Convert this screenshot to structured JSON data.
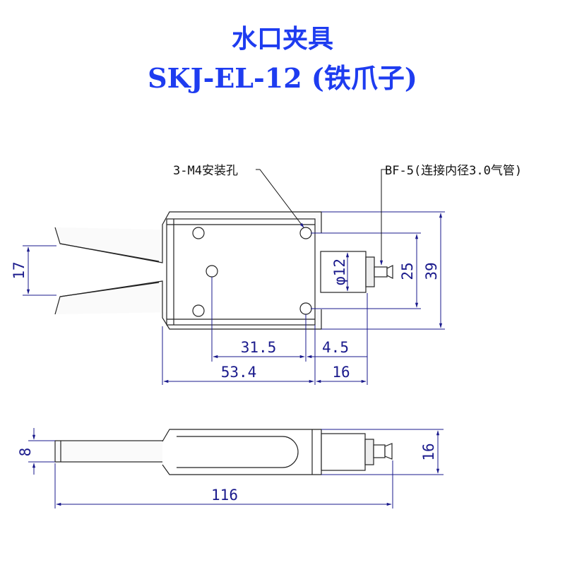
{
  "title": {
    "line1": "水口夹具",
    "line2": "SKJ-EL-12 (铁爪子)"
  },
  "annotations": {
    "mount_holes": "3-M4安装孔",
    "fitting": "BF-5(连接内径3.0气管)"
  },
  "top_view_dims": {
    "jaw_opening": "17",
    "fitting_diameter": "φ12",
    "hole_spacing_v": "25",
    "body_height": "39",
    "hole_spacing_h": "31.5",
    "hole_offset": "4.5",
    "body_length": "53.4",
    "rear_length": "16"
  },
  "side_view_dims": {
    "jaw_thickness": "8",
    "body_thickness": "16",
    "overall_length": "116"
  },
  "colors": {
    "title": "#1e3cf0",
    "dimension": "#1a1a8c",
    "outline": "#222222"
  }
}
